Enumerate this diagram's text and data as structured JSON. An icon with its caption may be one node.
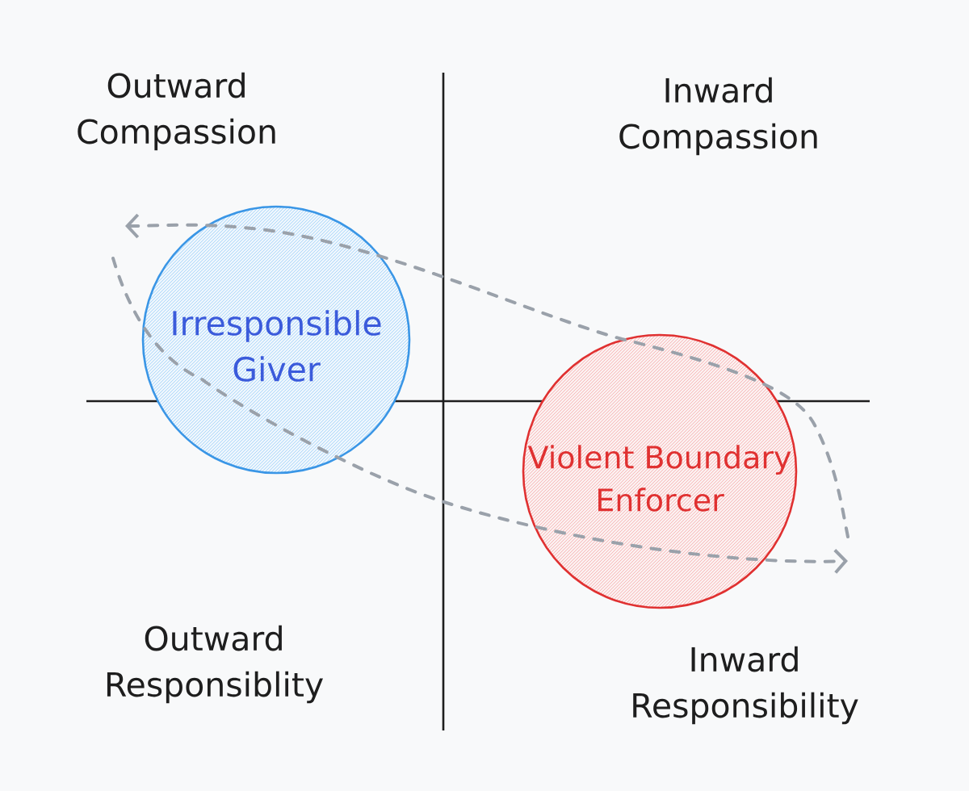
{
  "diagram": {
    "nodes": [
      {
        "text": [
          "Irresponsible Giver"
        ]
      },
      {
        "text": [
          "Violent Boundary Enforcer"
        ]
      }
    ],
    "edges": [
      {
        "from": 0,
        "to": 1,
        "arrow": "to",
        "style": "dashed"
      },
      {
        "from": 1,
        "to": 0,
        "arrow": "to",
        "style": "dashed"
      }
    ],
    "labels": [
      "Outward Compassion",
      "Inward Compassion",
      "Outward Responsiblity",
      "Inward Responsibility"
    ]
  }
}
